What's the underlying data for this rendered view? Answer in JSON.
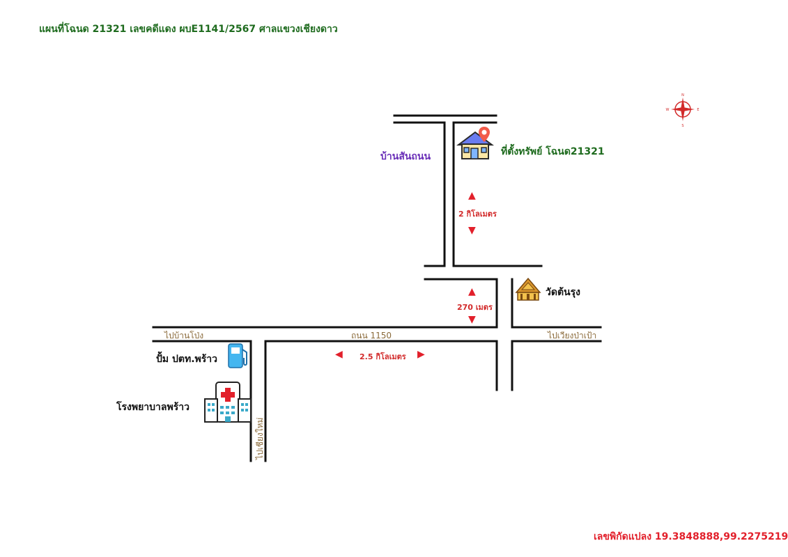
{
  "title": "แผนที่โฉนด 21321 เลขคดีแดง ผบE1141/2567 ศาลแขวงเชียงดาว",
  "coordinates": "เลขพิกัดแปลง 19.3848888,99.2275219",
  "labels": {
    "village": "บ้านสันถนน",
    "property": "ที่ตั้งทรัพย์ โฉนด21321",
    "temple": "วัดต้นรุง",
    "gas_station": "ปั้ม ปตท.พร้าว",
    "hospital": "โรงพยาบาลพร้าว"
  },
  "roads": {
    "to_ban_pong": "ไปบ้านโป่ง",
    "main_road": "ถนน 1150",
    "to_wiang_pa_pao": "ไปเวียงป่าเป้า",
    "to_chiang_mai": "ไปเชียงใหม่"
  },
  "distances": {
    "north_segment": "2 กิโลเมตร",
    "middle_segment": "270 เมตร",
    "main_road_segment": "2.5 กิโลเมตร"
  },
  "compass": {
    "n": "N",
    "s": "S",
    "e": "E",
    "w": "W"
  },
  "colors": {
    "red": "#e2202b",
    "green": "#1e6b1e",
    "road": "#111111"
  }
}
